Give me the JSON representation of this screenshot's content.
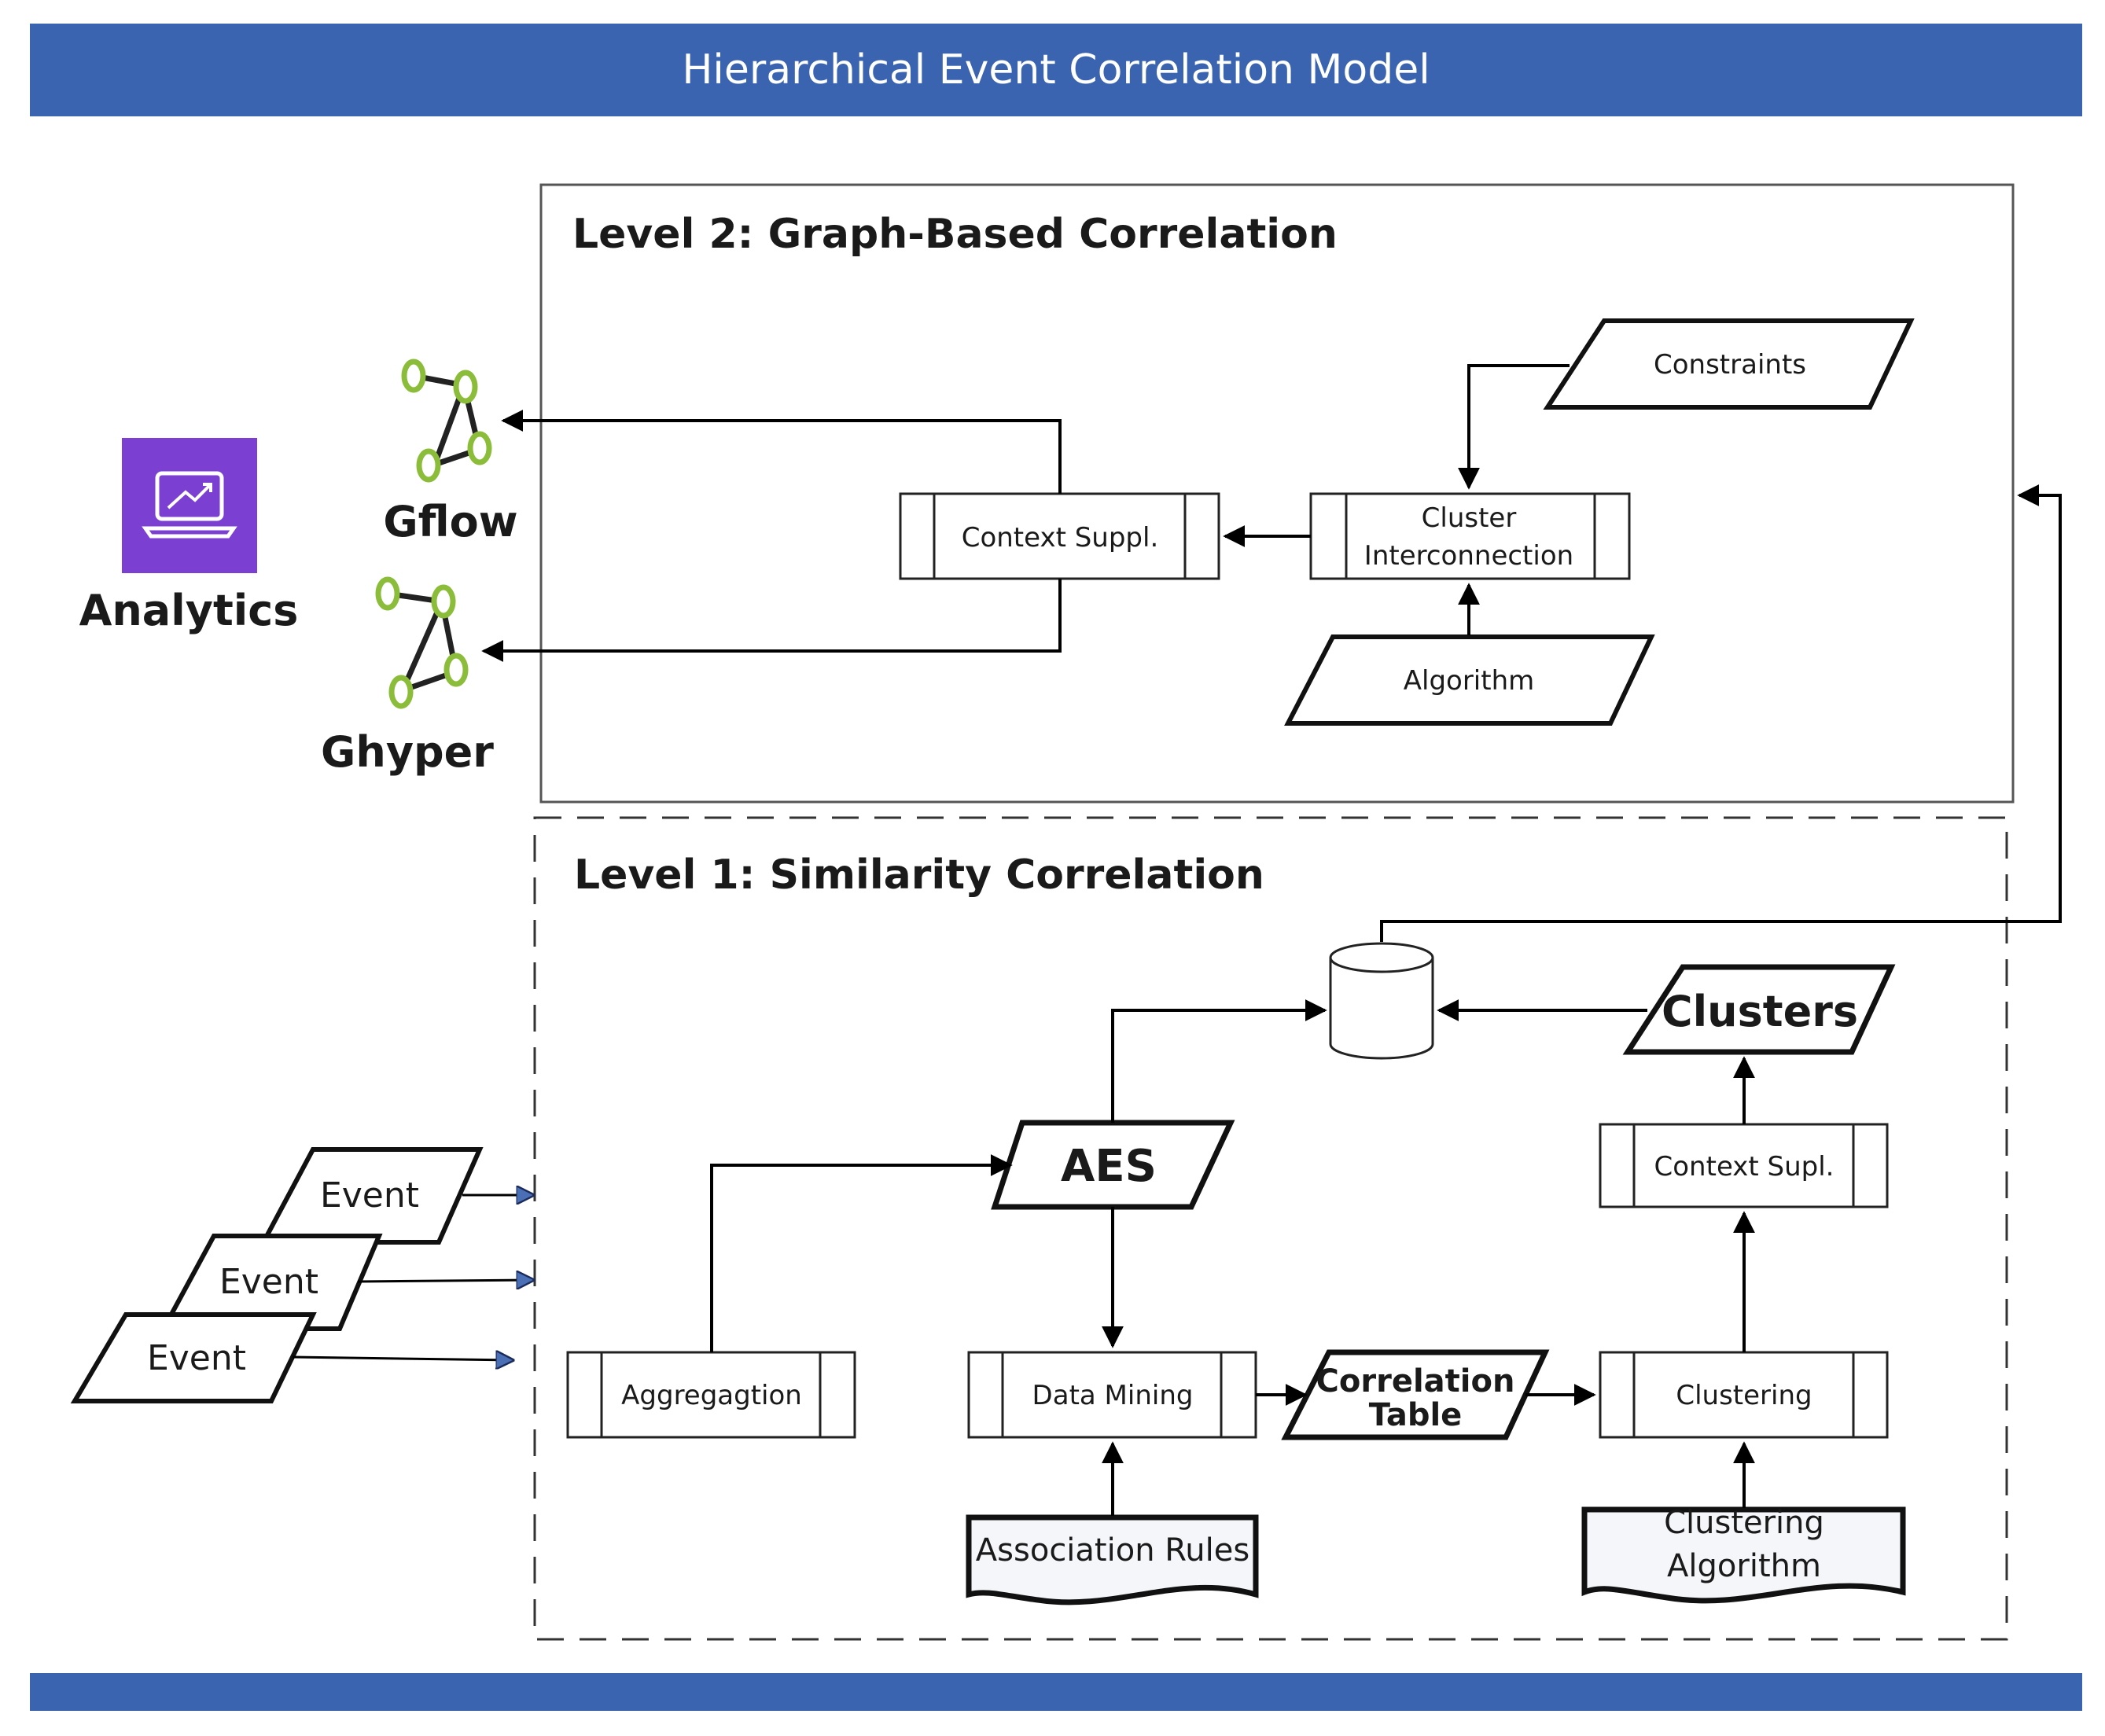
{
  "header": {
    "title": "Hierarchical Event Correlation Model",
    "bar_color": "#3a63b0"
  },
  "footer": {
    "bar_color": "#3a63b0"
  },
  "analytics": {
    "label": "Analytics",
    "icon": "analytics-laptop-icon",
    "icon_color": "#7b3fd1"
  },
  "graphs": {
    "gflow": {
      "label": "Gflow",
      "icon": "graph-nodes-icon",
      "node_color": "#8bbd3a"
    },
    "ghyper": {
      "label": "Ghyper",
      "icon": "graph-nodes-icon",
      "node_color": "#8bbd3a"
    }
  },
  "level2": {
    "title": "Level 2: Graph-Based Correlation",
    "context_suppl": "Context Suppl.",
    "cluster_interconnection": [
      "Cluster",
      "Interconnection"
    ],
    "constraints": "Constraints",
    "algorithm": "Algorithm"
  },
  "level1": {
    "title": "Level 1: Similarity Correlation",
    "aes": "AES",
    "clusters": "Clusters",
    "context_supl": "Context Supl.",
    "aggregation": "Aggregagtion",
    "data_mining": "Data Mining",
    "correlation_table": [
      "Correlation",
      "Table"
    ],
    "clustering": "Clustering",
    "association_rules": "Association Rules",
    "clustering_algorithm": [
      "Clustering",
      "Algorithm"
    ]
  },
  "events": [
    "Event",
    "Event",
    "Event"
  ],
  "colors": {
    "event_arrow": "#4a6fb5",
    "line": "#000000"
  }
}
